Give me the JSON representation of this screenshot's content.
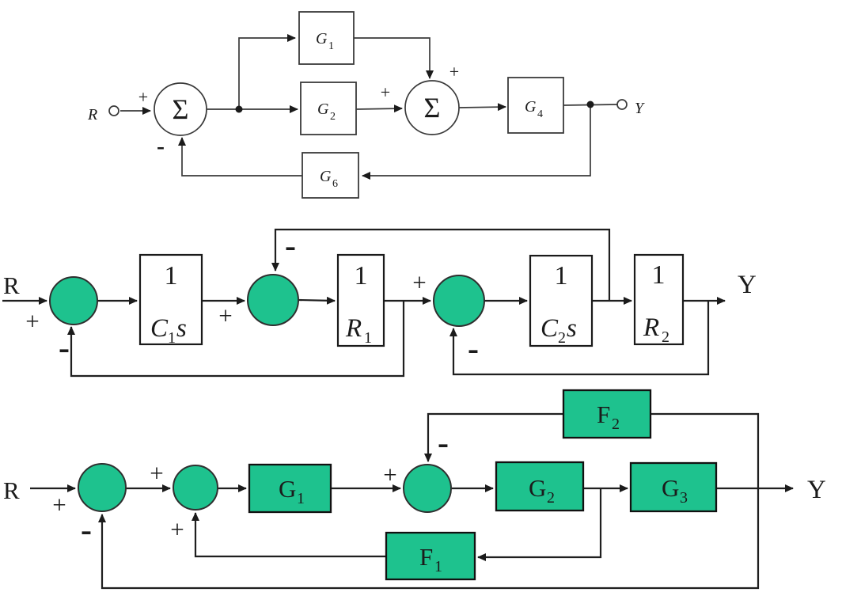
{
  "colors": {
    "green": "#1ec28e"
  },
  "top": {
    "input_label": "R",
    "output_label": "Y",
    "sum1_symbol": "Σ",
    "sum2_symbol": "Σ",
    "sign_sum1_input": "+",
    "sign_sum1_feedback": "-",
    "sign_sum2_left": "+",
    "sign_sum2_top": "+",
    "blocks": {
      "g1": {
        "base": "G",
        "sub": "1"
      },
      "g2": {
        "base": "G",
        "sub": "2"
      },
      "g4": {
        "base": "G",
        "sub": "4"
      },
      "g6": {
        "base": "G",
        "sub": "6"
      }
    }
  },
  "middle": {
    "input_label": "R",
    "output_label": "Y",
    "sign_sum1_input": "+",
    "sign_sum1_feedback": "-",
    "sign_sum2_input": "+",
    "sign_sum2_feedback": "-",
    "sign_sum3_input": "+",
    "sign_sum3_feedback": "-",
    "blocks": {
      "b1": {
        "num": "1",
        "den_base": "C",
        "den_sub": "1",
        "den_tail": "s"
      },
      "b2": {
        "num": "1",
        "den_base": "R",
        "den_sub": "1"
      },
      "b3": {
        "num": "1",
        "den_base": "C",
        "den_sub": "2",
        "den_tail": "s"
      },
      "b4": {
        "num": "1",
        "den_base": "R",
        "den_sub": "2"
      }
    }
  },
  "bottom": {
    "input_label": "R",
    "output_label": "Y",
    "sign_sum1_input": "+",
    "sign_sum1_feedback": "-",
    "sign_sum2_input": "+",
    "sign_sum2_feedback": "+",
    "sign_sum3_input": "+",
    "sign_sum3_feedback": "-",
    "blocks": {
      "g1": {
        "base": "G",
        "sub": "1"
      },
      "g2": {
        "base": "G",
        "sub": "2"
      },
      "g3": {
        "base": "G",
        "sub": "3"
      },
      "f1": {
        "base": "F",
        "sub": "1"
      },
      "f2": {
        "base": "F",
        "sub": "2"
      }
    }
  }
}
